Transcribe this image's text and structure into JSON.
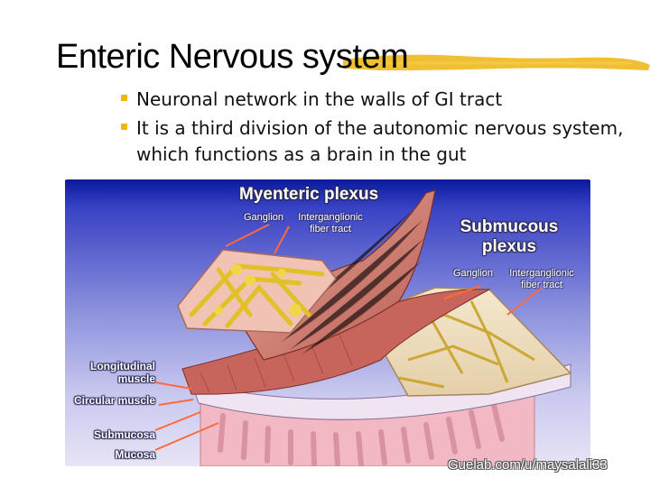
{
  "slide": {
    "title": "Enteric Nervous system",
    "bullets": [
      "Neuronal network in the walls of GI tract",
      " It is a third division of the autonomic nervous system, which functions as a brain in the gut"
    ]
  },
  "figure": {
    "myenteric_title": "Myenteric plexus",
    "myenteric_ganglion": "Ganglion",
    "myenteric_tract": "Interganglionic fiber tract",
    "submucous_title": "Submucous plexus",
    "submucous_ganglion": "Ganglion",
    "submucous_tract": "Interganglionic fiber tract",
    "layers": [
      "Longitudinal muscle",
      "Circular muscle",
      "Submucosa",
      "Mucosa"
    ]
  },
  "watermark": "Guelab.com/u/maysalali33",
  "colors": {
    "bullet": "#f2b705",
    "title_stroke": "#f0b91c",
    "figure_top": "#0a1a9c",
    "figure_bottom": "#e8e4f6"
  }
}
